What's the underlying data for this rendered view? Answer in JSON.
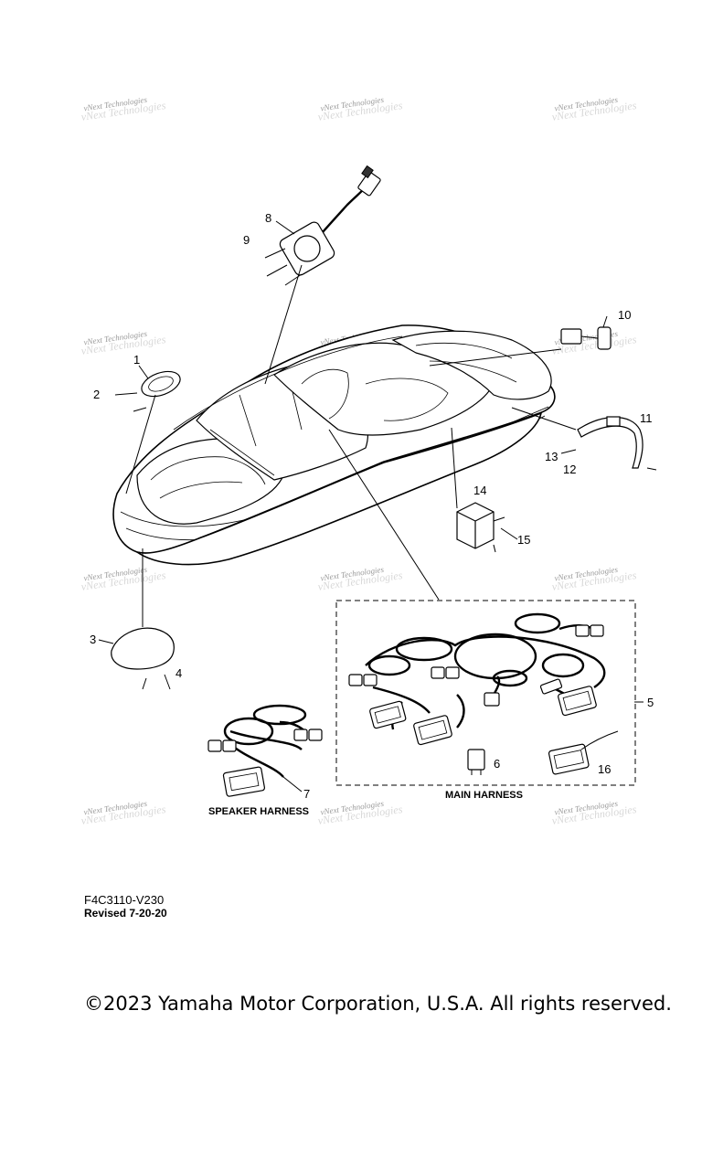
{
  "watermark": {
    "text": "vNext Technologies"
  },
  "callouts": {
    "c1": "1",
    "c2": "2",
    "c3": "3",
    "c4": "4",
    "c5": "5",
    "c6": "6",
    "c7": "7",
    "c8": "8",
    "c9": "9",
    "c10": "10",
    "c11": "11",
    "c12": "12",
    "c13": "13",
    "c14": "14",
    "c15": "15",
    "c16": "16"
  },
  "labels": {
    "speaker_harness": "SPEAKER HARNESS",
    "main_harness": "MAIN HARNESS"
  },
  "footer": {
    "drawing_code": "F4C3110-V230",
    "revised": "Revised 7-20-20",
    "copyright": "©2023 Yamaha Motor Corporation, U.S.A. All rights reserved."
  }
}
